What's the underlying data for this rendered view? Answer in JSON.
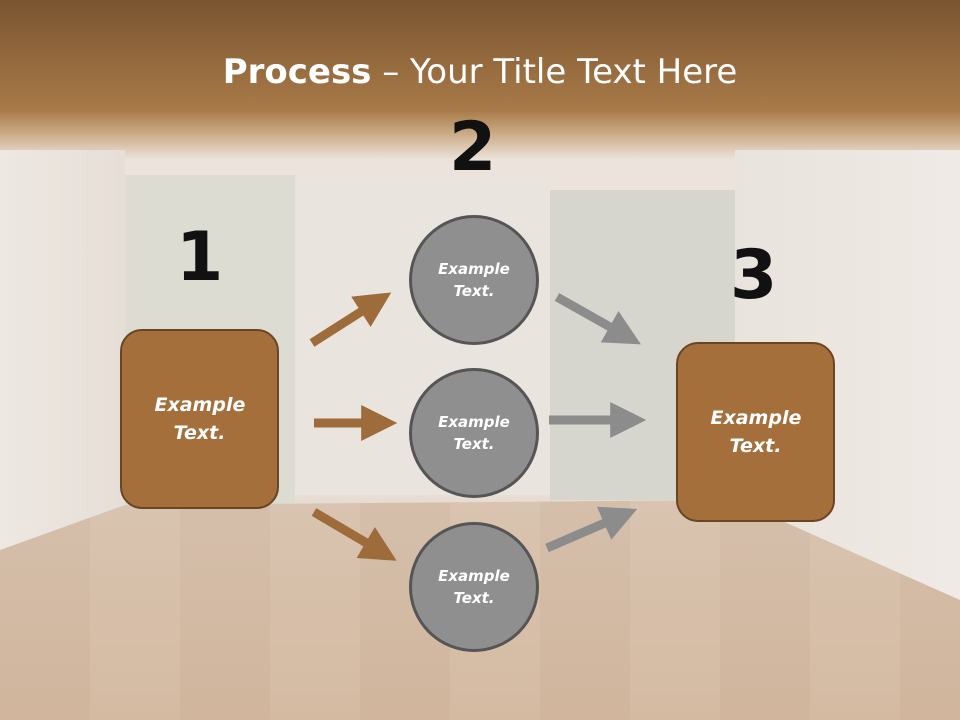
{
  "title": {
    "bold": "Process",
    "rest": " – Your Title Text Here"
  },
  "steps": [
    {
      "number": "1",
      "label": "Example Text."
    },
    {
      "number": "2",
      "labels": [
        "Example Text.",
        "Example Text.",
        "Example Text."
      ]
    },
    {
      "number": "3",
      "label": "Example Text."
    }
  ],
  "colors": {
    "brown": "#a46f3b",
    "gray": "#8f8f8f",
    "arrow_brown": "#9e6b3a",
    "arrow_gray": "#8c8c8c"
  }
}
